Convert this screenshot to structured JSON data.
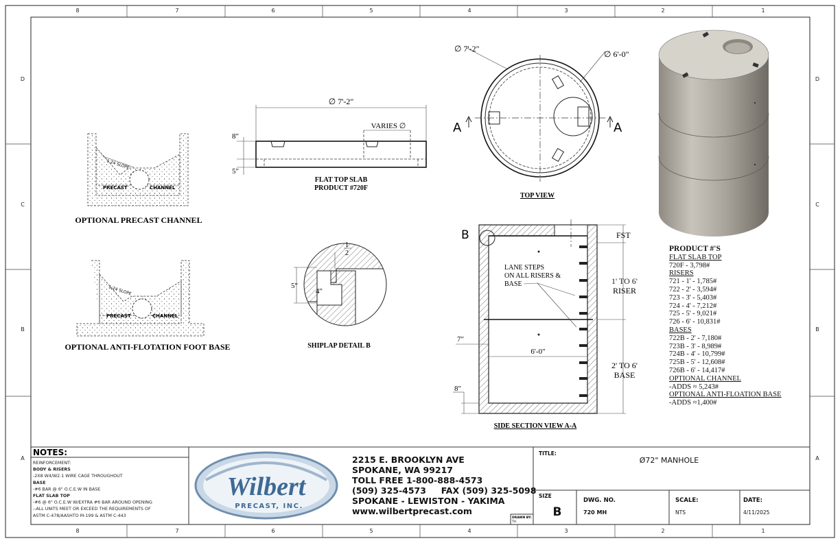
{
  "zones": {
    "columns": [
      "8",
      "7",
      "6",
      "5",
      "4",
      "3",
      "2",
      "1"
    ],
    "rows": [
      "D",
      "C",
      "B",
      "A"
    ]
  },
  "channel_detail": {
    "slope": "1:24 SLOPE",
    "precast": "PRECAST",
    "channel": "CHANNEL",
    "caption": "OPTIONAL PRECAST CHANNEL"
  },
  "foot_base_detail": {
    "slope": "1:24 SLOPE",
    "precast": "PRECAST",
    "channel": "CHANNEL",
    "caption": "OPTIONAL ANTI-FLOTATION FOOT BASE"
  },
  "flat_top_slab": {
    "diameter": "∅ 7'-2\"",
    "varies": "VARIES ∅",
    "thickness_top": "8\"",
    "thickness_bottom": "5\"",
    "caption_1": "FLAT TOP SLAB",
    "caption_2": "PRODUCT #720F"
  },
  "top_view": {
    "outer_diameter": "∅ 7'-2\"",
    "inner_diameter": "∅ 6'-0\"",
    "section_left": "A",
    "section_right": "A",
    "caption": "TOP VIEW"
  },
  "shiplap": {
    "half": "1",
    "half_den": "2",
    "dim_5": "5\"",
    "dim_4": "4\"",
    "caption": "SHIPLAP DETAIL B"
  },
  "side_section": {
    "detail_label": "B",
    "fst": "FST",
    "steps_note_1": "LANE STEPS",
    "steps_note_2": "ON ALL RISERS &",
    "steps_note_3": "BASE",
    "riser_1": "1' TO 6'",
    "riser_2": "RISER",
    "base_1": "2' TO 6'",
    "base_2": "BASE",
    "wall": "7\"",
    "inner": "6'-0\"",
    "floor": "8\"",
    "caption": "SIDE SECTION VIEW A-A"
  },
  "products": {
    "heading": "PRODUCT #'S",
    "groups": [
      {
        "title": "FLAT SLAB TOP",
        "items": [
          "720F - 3,798#"
        ]
      },
      {
        "title": "RISERS",
        "items": [
          "721 - 1' - 1,785#",
          "722 - 2' - 3,594#",
          "723 - 3' - 5,403#",
          "724 - 4' - 7,212#",
          "725 - 5' - 9,021#",
          "726 - 6' - 10,831#"
        ]
      },
      {
        "title": "BASES",
        "items": [
          "722B - 2' - 7,180#",
          "723B - 3' - 8,989#",
          "724B - 4' - 10,799#",
          "725B - 5' - 12,608#",
          "726B - 6' - 14,417#"
        ]
      },
      {
        "title": "OPTIONAL CHANNEL",
        "items": [
          "-ADDS ≈ 5,243#"
        ]
      },
      {
        "title": "OPTIONAL ANTI-FLOATION BASE",
        "items": [
          "-ADDS ≈1,400#"
        ]
      }
    ]
  },
  "notes": {
    "heading": "NOTES:",
    "lines": [
      {
        "text": "REINFORCEMENT:",
        "bold": false
      },
      {
        "text": "BODY & RISERS",
        "bold": true
      },
      {
        "text": "-2X8 W4/W2.1 WIRE CAGE THROUGHOUT",
        "bold": false
      },
      {
        "text": "BASE",
        "bold": true
      },
      {
        "text": "-#6 BAR @ 6\" O.C.E.W IN BASE",
        "bold": false
      },
      {
        "text": "FLAT SLAB TOP",
        "bold": true
      },
      {
        "text": "-#6 @ 6\" O.C.E.W W/EXTRA #6 BAR AROUND OPENING",
        "bold": false
      },
      {
        "text": "--ALL UNITS MEET OR EXCEED THE REQUIREMENTS OF",
        "bold": false
      },
      {
        "text": "ASTM C-478/AASHTO M-199 & ASTM C-443",
        "bold": false
      }
    ]
  },
  "logo": {
    "name": "Wilbert",
    "sub": "PRECAST, INC."
  },
  "company": {
    "lines": [
      "2215 E. BROOKLYN AVE",
      "SPOKANE, WA 99217",
      "TOLL FREE 1-800-888-4573",
      "(509) 325-4573     FAX (509) 325-5098",
      "SPOKANE - LEWISTON - YAKIMA",
      "www.wilbertprecast.com"
    ],
    "drawn_by_label": "DRAWN BY:",
    "drawn_by": "TH"
  },
  "title_block": {
    "title_label": "TITLE:",
    "title": "Ø72\" MANHOLE",
    "size_label": "SIZE",
    "size": "B",
    "dwg_label": "DWG.  NO.",
    "dwg": "720 MH",
    "scale_label": "SCALE:",
    "scale": "NTS",
    "date_label": "DATE:",
    "date": "4/11/2025"
  }
}
